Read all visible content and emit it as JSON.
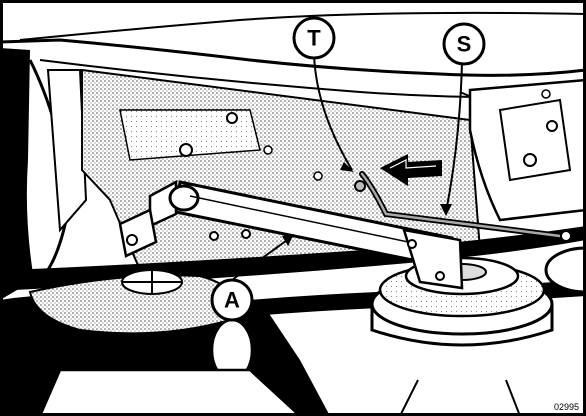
{
  "callouts": {
    "t": "T",
    "s": "S",
    "a": "A"
  },
  "figure_id": "02995",
  "colors": {
    "ink": "#000000",
    "paper": "#ffffff",
    "screen_tone": "#b8b8b8",
    "light_tone": "#d6d6d6"
  }
}
